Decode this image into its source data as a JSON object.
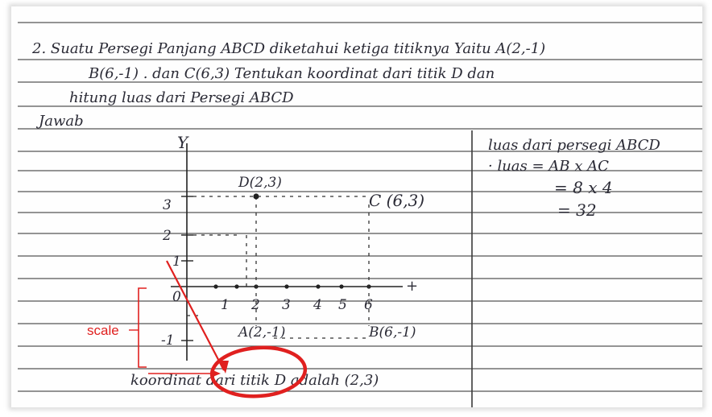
{
  "question": {
    "line1": "2. Suatu Persegi Panjang ABCD diketahui ketiga titiknya Yaitu A(2,-1)",
    "line2": "B(6,-1) . dan C(6,3) Tentukan koordinat dari titik D dan",
    "line3": "hitung luas dari Persegi ABCD"
  },
  "answer_heading": "Jawab",
  "graph": {
    "y_axis_label": "Y",
    "x_axis_label": "+",
    "y_ticks": [
      "3",
      "2",
      "1",
      "0",
      "-1"
    ],
    "x_ticks": [
      "1",
      "2",
      "3",
      "4",
      "5",
      "6"
    ],
    "points": {
      "D": "D(2,3)",
      "C": "C (6,3)",
      "A": "A(2,-1)",
      "B": "B(6,-1)"
    }
  },
  "conclusion": "koordinat dari titik D adalah (2,3)",
  "area_work": {
    "title": "luas dari persegi ABCD",
    "step1": "· luas = AB x AC",
    "step2": "= 8 x 4",
    "step3": "= 32"
  },
  "annotation": {
    "label": "scale",
    "color": "#e0201f"
  }
}
